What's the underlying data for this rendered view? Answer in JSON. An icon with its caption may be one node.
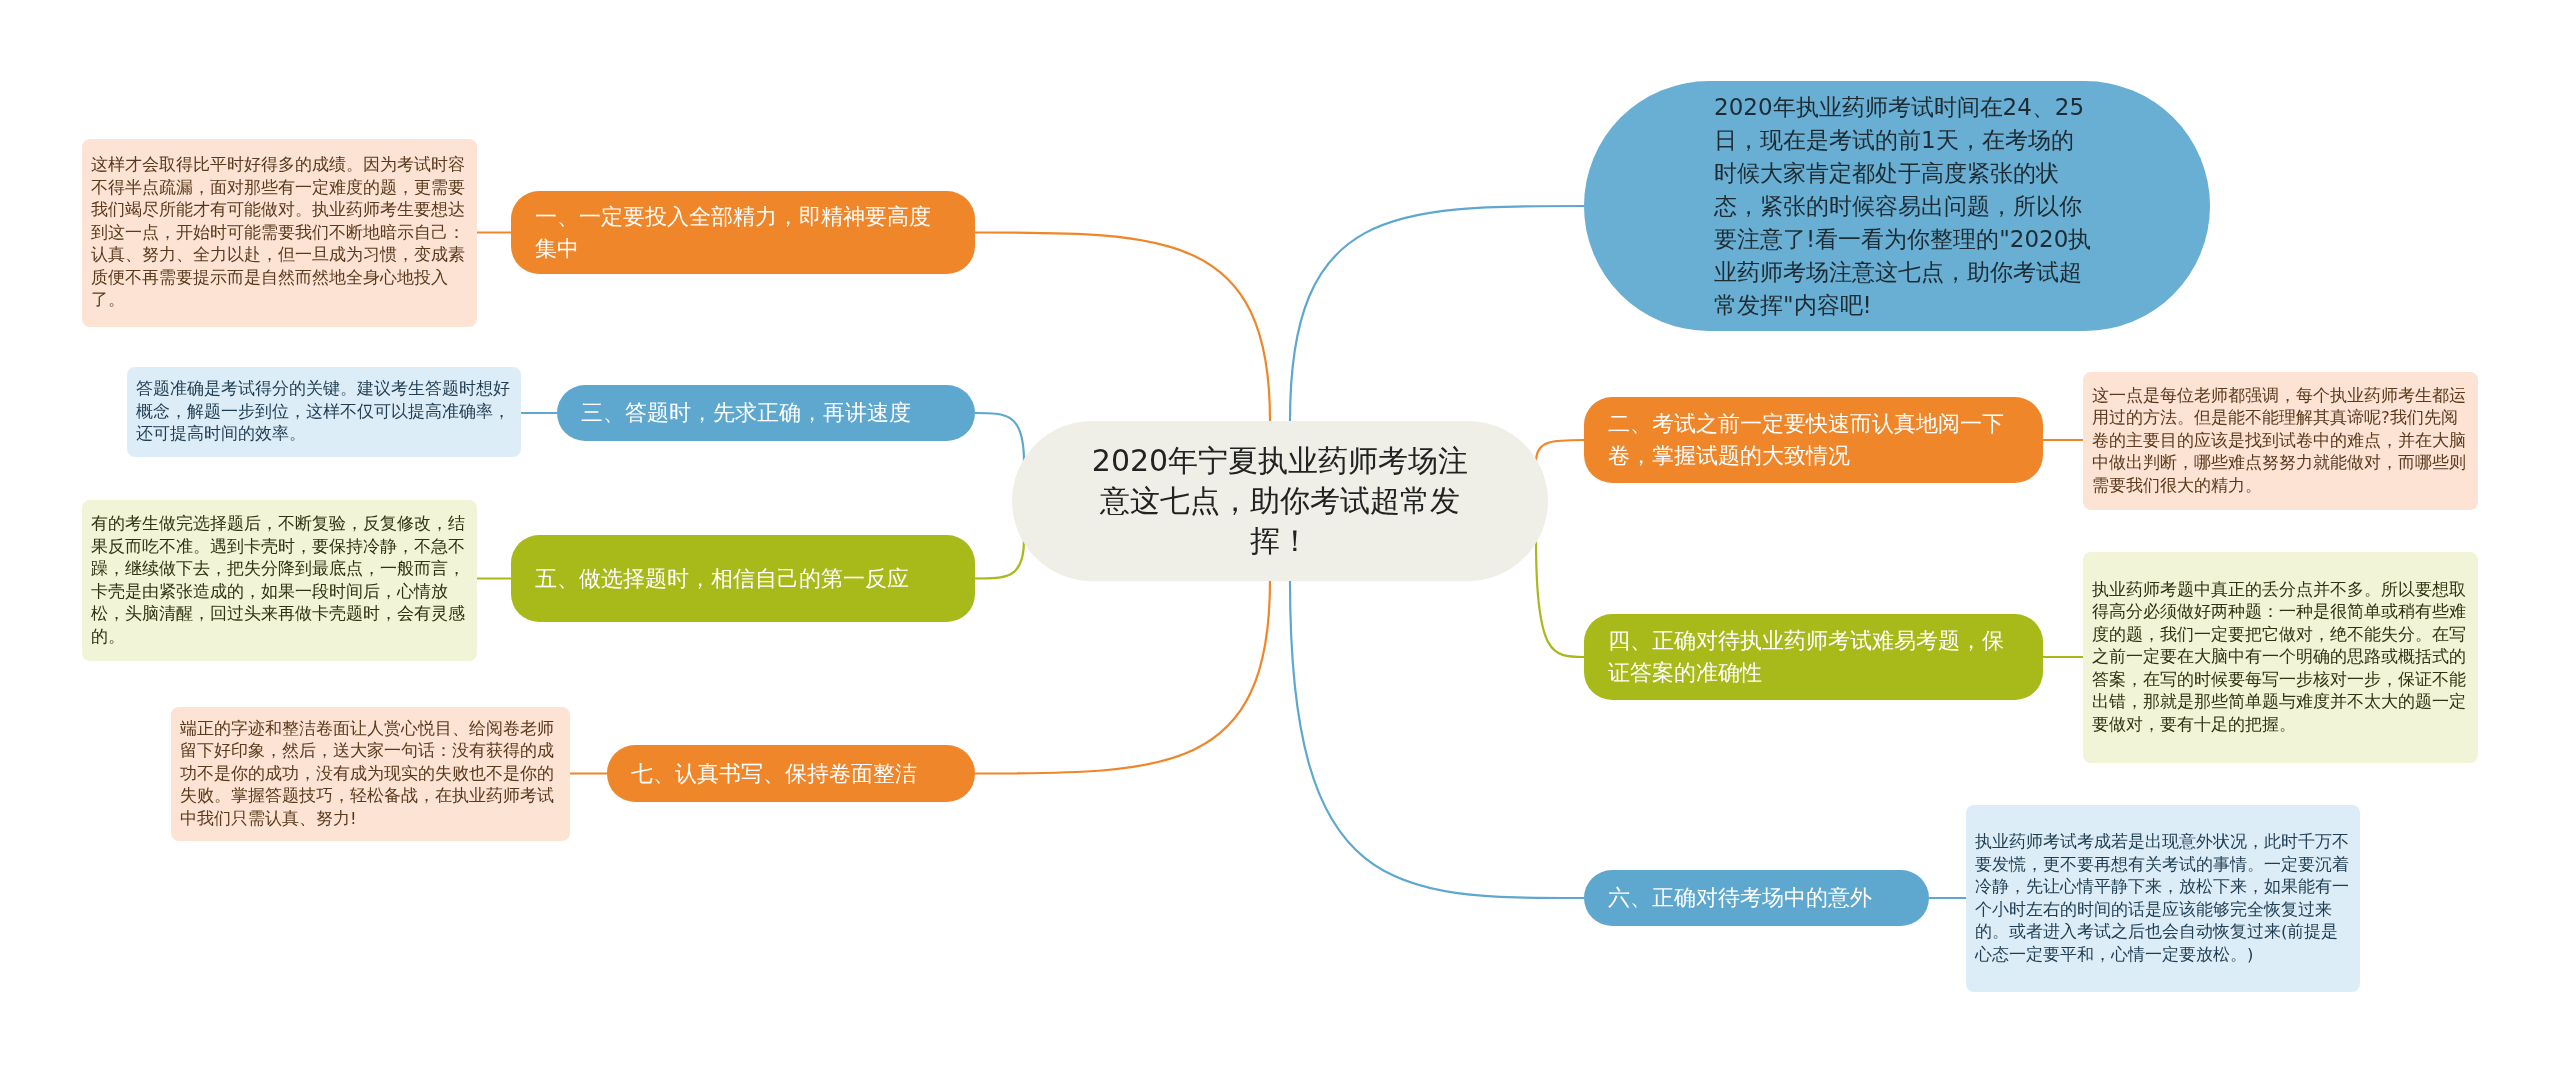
{
  "diagram": {
    "nodes": [
      {
        "text": [
          "2020年宁夏执业药师考场注意这七点，助你考试超常发挥！"
        ]
      },
      {
        "text": [
          "一、一定要投入全部精力，即精神要高度集中"
        ]
      },
      {
        "text": [
          "这样才会取得比平时好得多的成绩。因为考试时容不得半点疏漏，面对那些有一定难度的题，更需要我们竭尽所能才有可能做对。执业药师考生要想达到这一点，开始时可能需要我们不断地暗示自己：认真、努力、全力以赴，但一旦成为习惯，变成素质便不再需要提示而是自然而然地全身心地投入了。"
        ]
      },
      {
        "text": [
          "三、答题时，先求正确，再讲速度"
        ]
      },
      {
        "text": [
          "答题准确是考试得分的关键。建议考生答题时想好概念，解题一步到位，这样不仅可以提高准确率，还可提高时间的效率。"
        ]
      },
      {
        "text": [
          "五、做选择题时，相信自己的第一反应"
        ]
      },
      {
        "text": [
          "有的考生做完选择题后，不断复验，反复修改，结果反而吃不准。遇到卡壳时，要保持冷静，不急不躁，继续做下去，把失分降到最底点，一般而言，卡壳是由紧张造成的，如果一段时间后，心情放松，头脑清醒，回过头来再做卡壳题时，会有灵感的。"
        ]
      },
      {
        "text": [
          "七、认真书写、保持卷面整洁"
        ]
      },
      {
        "text": [
          "端正的字迹和整洁卷面让人赏心悦目、给阅卷老师留下好印象，然后，送大家一句话：没有获得的成功不是你的成功，没有成为现实的失败也不是你的失败。掌握答题技巧，轻松备战，在执业药师考试中我们只需认真、努力!"
        ]
      },
      {
        "text": [
          "2020年执业药师考试时间在24、25日，现在是考试的前1天，在考场的时候大家肯定都处于高度紧张的状态，紧张的时候容易出问题，所以你要注意了!看一看为你整理的\"2020执业药师考场注意这七点，助你考试超常发挥\"内容吧!"
        ]
      },
      {
        "text": [
          "二、考试之前一定要快速而认真地阅一下卷，掌握试题的大致情况"
        ]
      },
      {
        "text": [
          "这一点是每位老师都强调，每个执业药师考生都运用过的方法。但是能不能理解其真谛呢?我们先阅卷的主要目的应该是找到试卷中的难点，并在大脑中做出判断，哪些难点努努力就能做对，而哪些则需要我们很大的精力。"
        ]
      },
      {
        "text": [
          "四、正确对待执业药师考试难易考题，保证答案的准确性"
        ]
      },
      {
        "text": [
          "执业药师考题中真正的丢分点并不多。所以要想取得高分必须做好两种题：一种是很简单或稍有些难度的题，我们一定要把它做对，绝不能失分。在写之前一定要在大脑中有一个明确的思路或概括式的答案，在写的时候要每写一步核对一步，保证不能出错，那就是那些简单题与难度并不太大的题一定要做对，要有十足的把握。"
        ]
      },
      {
        "text": [
          "六、正确对待考场中的意外"
        ]
      },
      {
        "text": [
          "执业药师考试考成若是出现意外状况，此时千万不要发慌，更不要再想有关考试的事情。一定要沉着冷静，先让心情平静下来，放松下来，如果能有一个小时左右的时间的话是应该能够完全恢复过来的。或者进入考试之后也会自动恢复过来(前提是心态一定要平和，心情一定要放松。)"
        ]
      }
    ],
    "edges": [
      {
        "from": 0,
        "to": 1,
        "arrow": "none",
        "color": "#f0862a"
      },
      {
        "from": 1,
        "to": 2,
        "arrow": "none",
        "color": "#f0862a"
      },
      {
        "from": 0,
        "to": 3,
        "arrow": "none",
        "color": "#5ea7cf"
      },
      {
        "from": 3,
        "to": 4,
        "arrow": "none",
        "color": "#5ea7cf"
      },
      {
        "from": 0,
        "to": 5,
        "arrow": "none",
        "color": "#a8b91a"
      },
      {
        "from": 5,
        "to": 6,
        "arrow": "none",
        "color": "#a8b91a"
      },
      {
        "from": 0,
        "to": 7,
        "arrow": "none",
        "color": "#f0862a"
      },
      {
        "from": 7,
        "to": 8,
        "arrow": "none",
        "color": "#f0862a"
      },
      {
        "from": 0,
        "to": 9,
        "arrow": "none",
        "color": "#5ea7cf"
      },
      {
        "from": 0,
        "to": 10,
        "arrow": "none",
        "color": "#f0862a"
      },
      {
        "from": 10,
        "to": 11,
        "arrow": "none",
        "color": "#f0862a"
      },
      {
        "from": 0,
        "to": 12,
        "arrow": "none",
        "color": "#a8b91a"
      },
      {
        "from": 12,
        "to": 13,
        "arrow": "none",
        "color": "#a8b91a"
      },
      {
        "from": 0,
        "to": 14,
        "arrow": "none",
        "color": "#5ea7cf"
      },
      {
        "from": 14,
        "to": 15,
        "arrow": "none",
        "color": "#5ea7cf"
      }
    ]
  }
}
